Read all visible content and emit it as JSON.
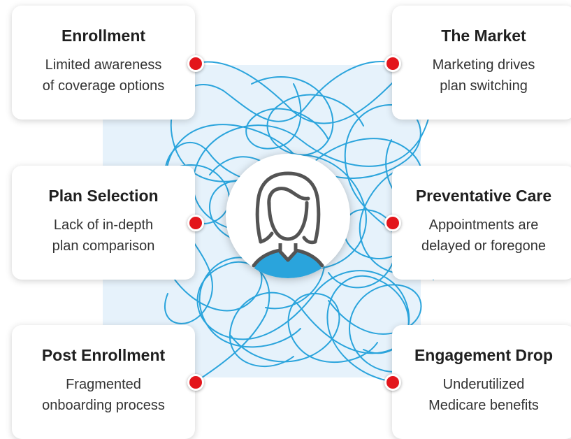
{
  "cards": [
    {
      "title": "Enrollment",
      "text": "Limited awareness\nof coverage options"
    },
    {
      "title": "The Market",
      "text": "Marketing drives\nplan switching"
    },
    {
      "title": "Plan Selection",
      "text": "Lack of in-depth\nplan comparison"
    },
    {
      "title": "Preventative Care",
      "text": "Appointments are\ndelayed or foregone"
    },
    {
      "title": "Post Enrollment",
      "text": "Fragmented\nonboarding process"
    },
    {
      "title": "Engagement Drop",
      "text": "Underutilized\nMedicare benefits"
    }
  ],
  "colors": {
    "line": "#2aa4dc",
    "dot": "#e3151b",
    "background_square": "#e6f2fb",
    "avatar_outline": "#545454",
    "avatar_shirt": "#2aa4dc"
  },
  "icons": {
    "center": "person-avatar-icon",
    "connector": "red-dot-icon"
  }
}
